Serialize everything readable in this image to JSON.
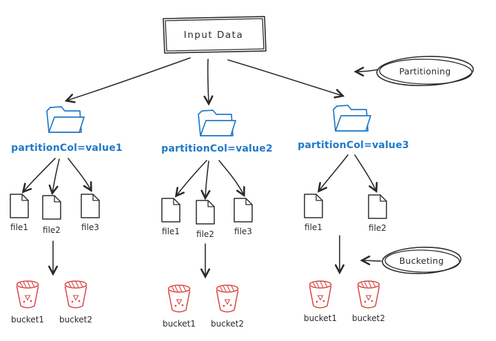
{
  "diagram": {
    "input": {
      "label": "Input Data"
    },
    "annotations": {
      "partitioning": "Partitioning",
      "bucketing": "Bucketing"
    },
    "partitions": [
      {
        "label": "partitionCol=value1",
        "files": [
          "file1",
          "file2",
          "file3"
        ],
        "buckets": [
          "bucket1",
          "bucket2"
        ]
      },
      {
        "label": "partitionCol=value2",
        "files": [
          "file1",
          "file2",
          "file3"
        ],
        "buckets": [
          "bucket1",
          "bucket2"
        ]
      },
      {
        "label": "partitionCol=value3",
        "files": [
          "file1",
          "file2"
        ],
        "buckets": [
          "bucket1",
          "bucket2"
        ]
      }
    ],
    "colors": {
      "ink": "#2a2a2a",
      "partition_blue": "#1f78c8",
      "bucket_red": "#d9413d"
    }
  }
}
